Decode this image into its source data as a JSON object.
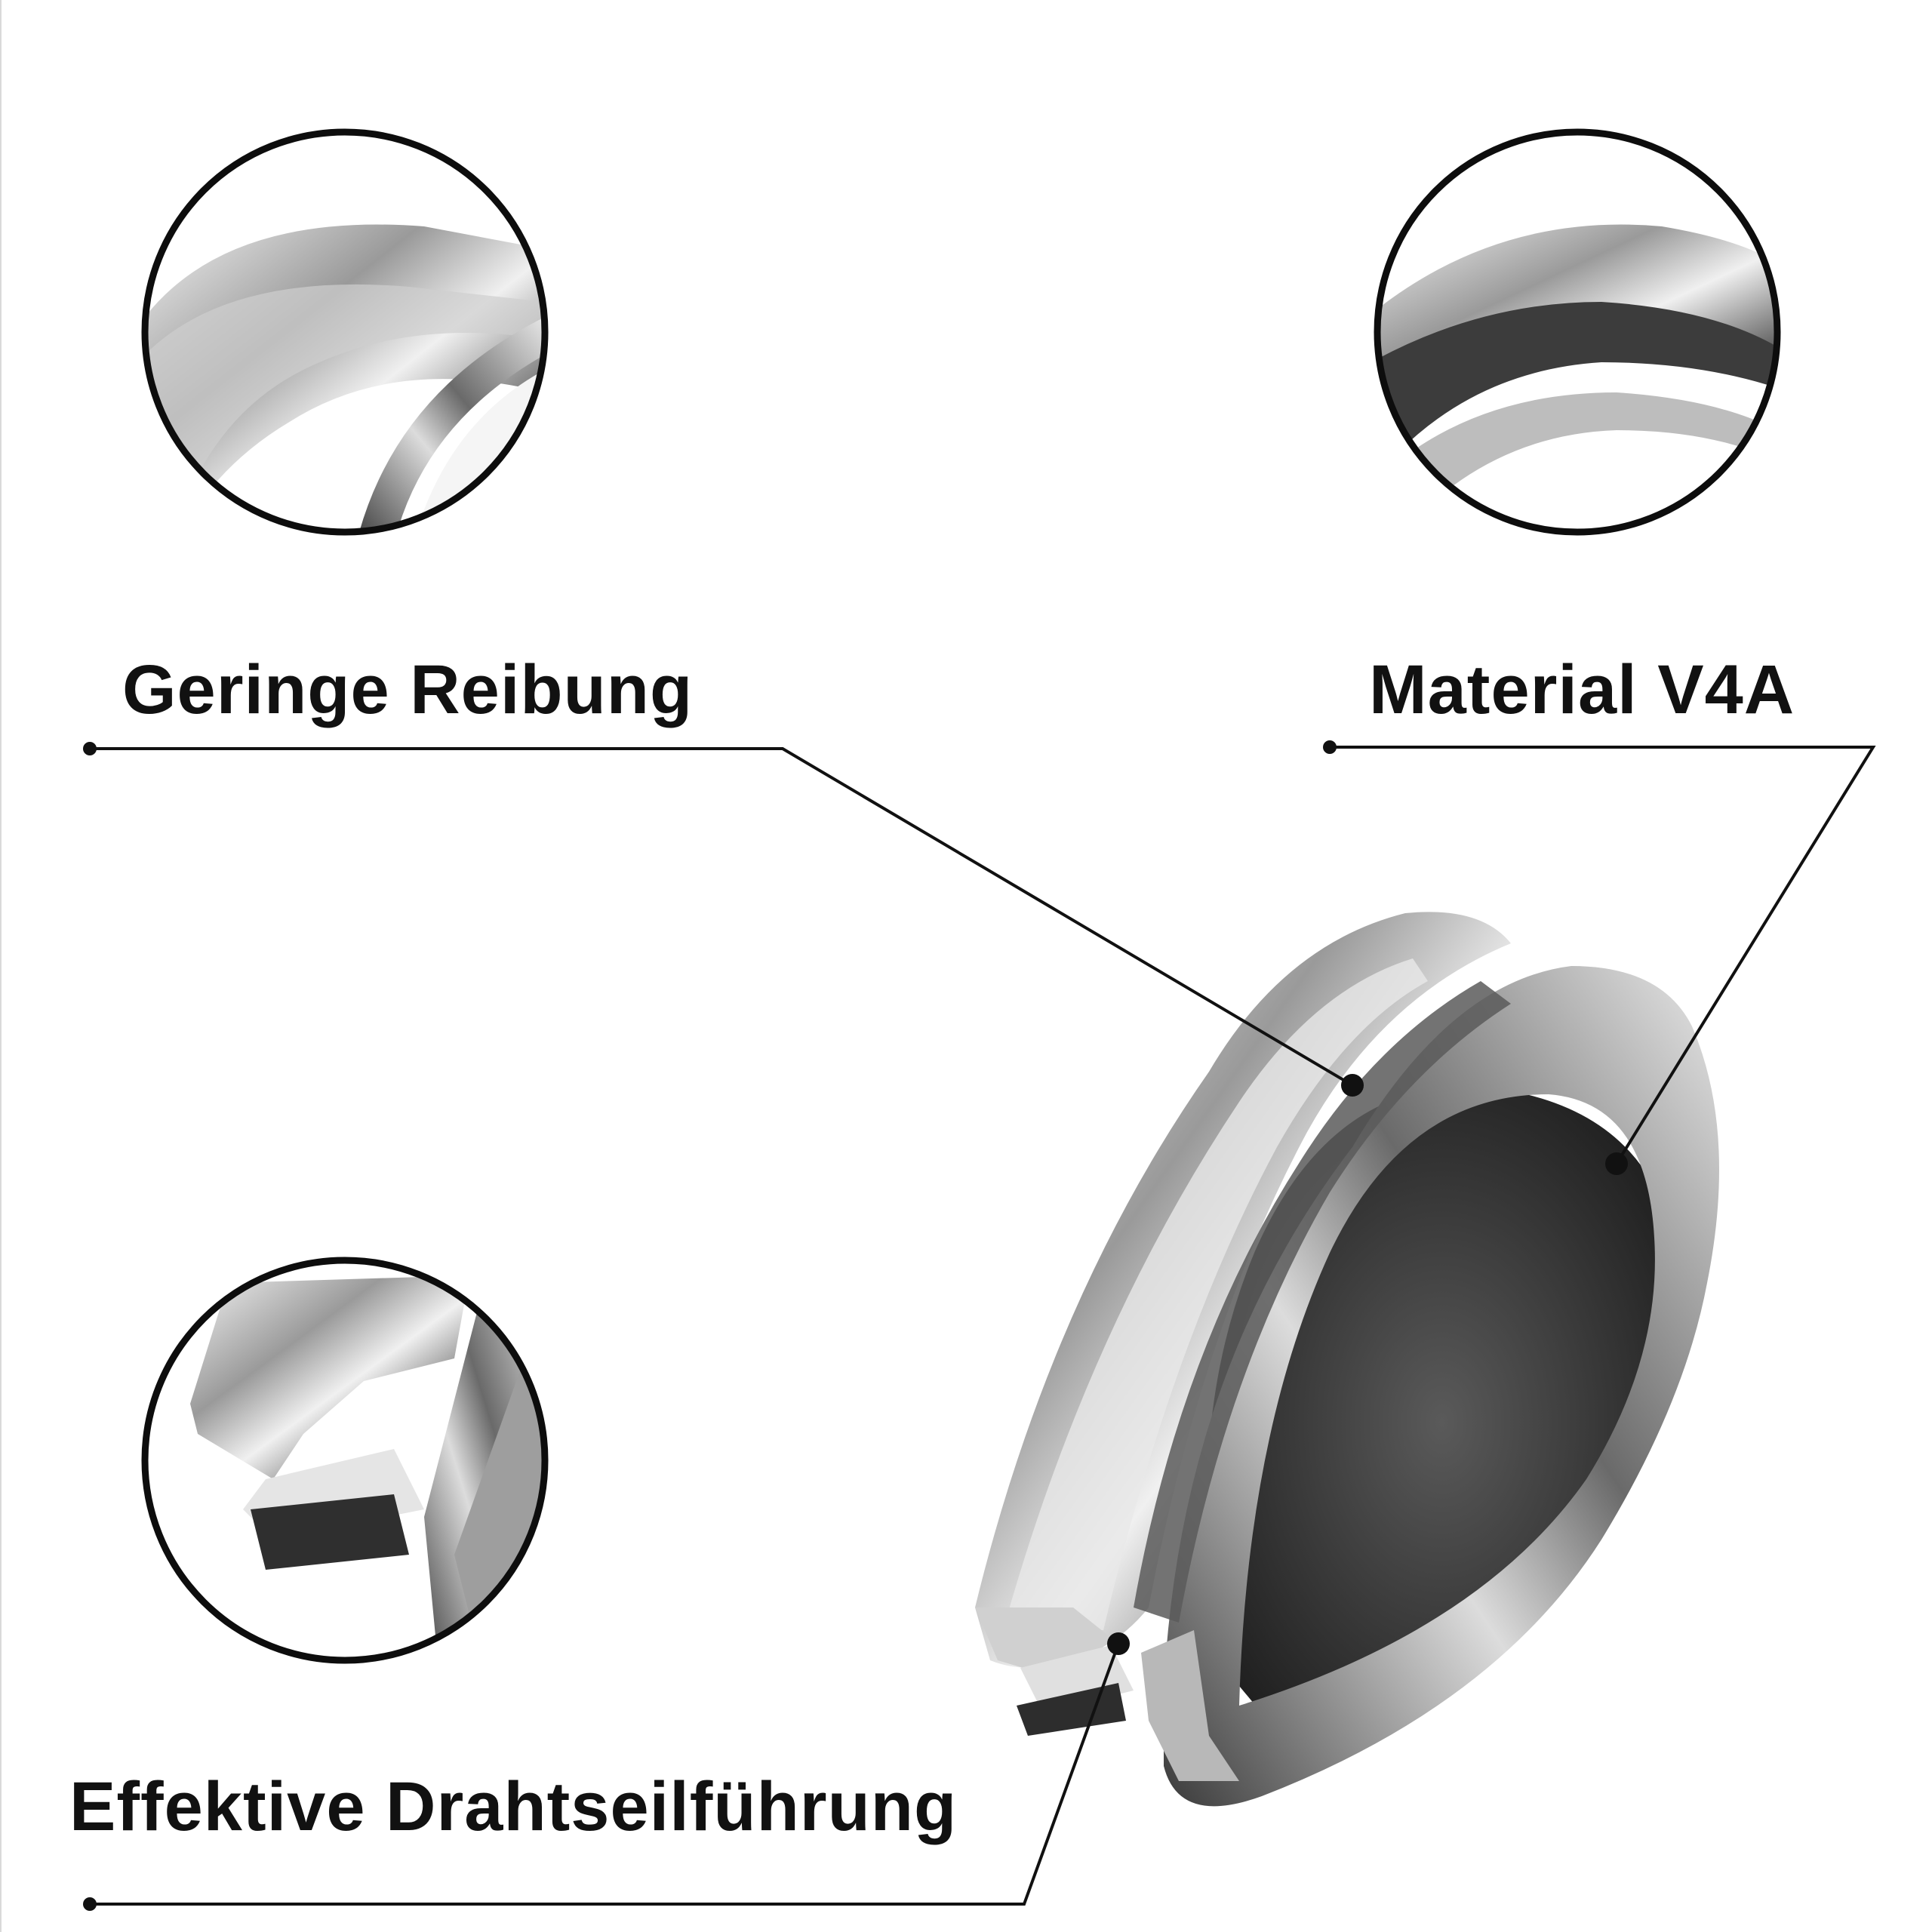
{
  "callouts": {
    "friction": {
      "label": "Geringe Reibung"
    },
    "material": {
      "label": "Material V4A"
    },
    "guide": {
      "label": "Effektive Drahtseilführung"
    }
  },
  "colors": {
    "background": "#ffffff",
    "text": "#111111",
    "line": "#111111",
    "metal_light": "#e6e6e6",
    "metal_dark": "#2b2b2b"
  },
  "icons": {
    "zoom_top_left": "metal-detail-photo",
    "zoom_top_right": "metal-detail-photo",
    "zoom_bottom_left": "metal-detail-photo",
    "product": "wire-rope-thimble"
  }
}
